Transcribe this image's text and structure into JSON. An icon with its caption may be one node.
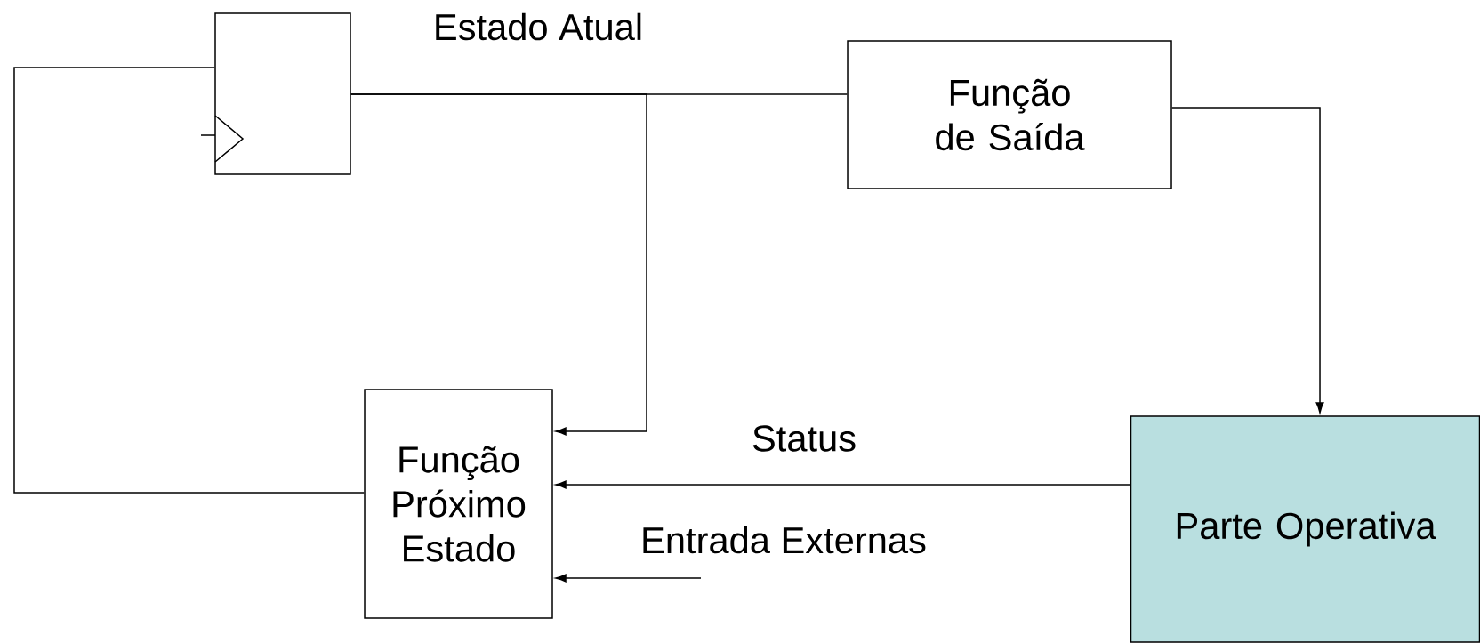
{
  "diagram": {
    "nodes": [
      {
        "text": [],
        "shape": "box"
      },
      {
        "text": [
          "Função de Saída"
        ]
      },
      {
        "text": [
          "Função Próximo Estado"
        ]
      },
      {
        "text": [
          "Parte Operativa"
        ]
      }
    ],
    "edges": [
      {
        "from": 0,
        "to": 1,
        "arrow": "none"
      },
      {
        "from": 0,
        "to": 2,
        "arrow": "to"
      },
      {
        "from": 2,
        "to": 0,
        "arrow": "none"
      },
      {
        "from": 1,
        "to": 3,
        "arrow": "to"
      },
      {
        "from": 3,
        "to": 2,
        "arrow": "to",
        "label": "Status"
      },
      {
        "from": null,
        "to": 2,
        "arrow": "to",
        "label": "Entrada Externas"
      }
    ],
    "labels": [
      "Estado Atual"
    ]
  }
}
